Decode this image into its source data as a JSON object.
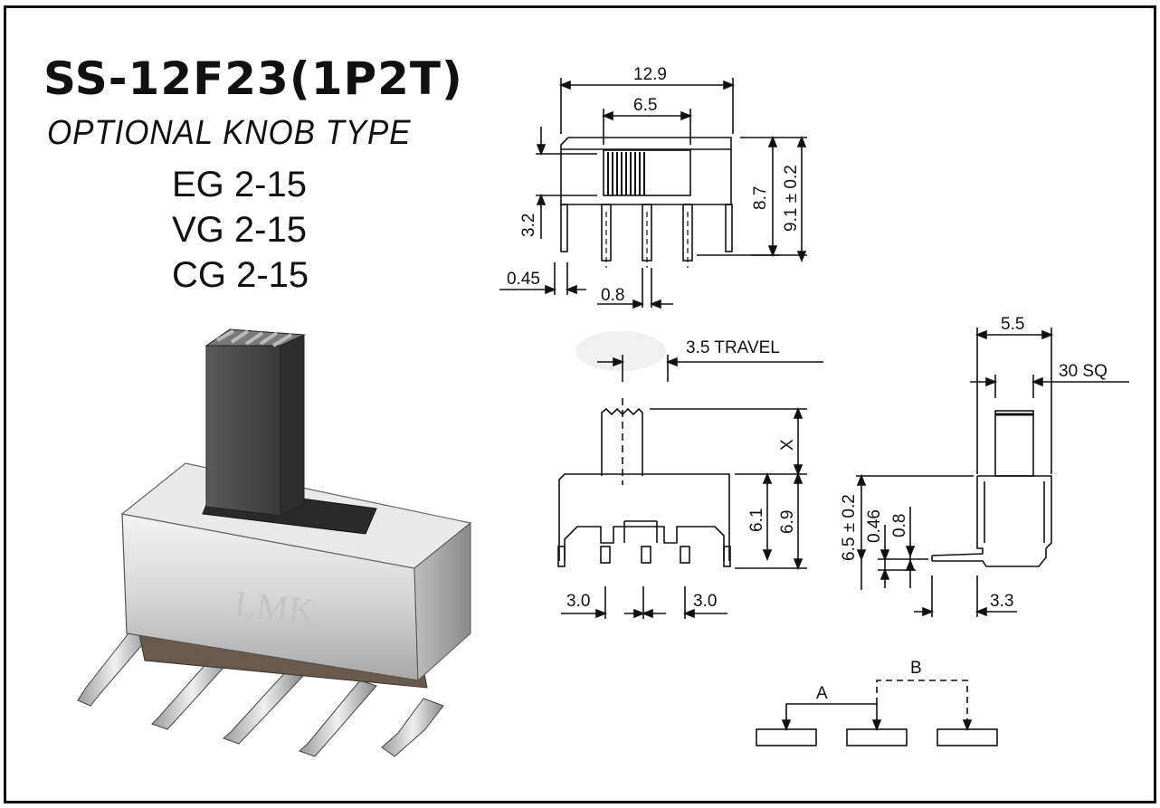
{
  "title": "SS-12F23(1P2T)",
  "subtitle": "OPTIONAL KNOB TYPE",
  "models": [
    "EG 2-15",
    "VG 2-15",
    "CG 2-15"
  ],
  "product_mark": "LMK",
  "dims": {
    "width_total": "12.9",
    "slot_width": "6.5",
    "height_87": "8.7",
    "height_91": "9.1 ± 0.2",
    "pin_len": "3.2",
    "pin_thick": "0.45",
    "pin_width": "0.8",
    "travel": "3.5  TRAVEL",
    "knob_height": "X",
    "body_61": "6.1",
    "body_69": "6.9",
    "pitch_left": "3.0",
    "pitch_right": "3.0",
    "depth": "5.5",
    "knob_sq": "30  SQ",
    "side_65": "6.5 ± 0.2",
    "side_046": "0.46",
    "side_08": "0.8",
    "side_33": "3.3"
  },
  "schematic": {
    "label_a": "A",
    "label_b": "B"
  }
}
